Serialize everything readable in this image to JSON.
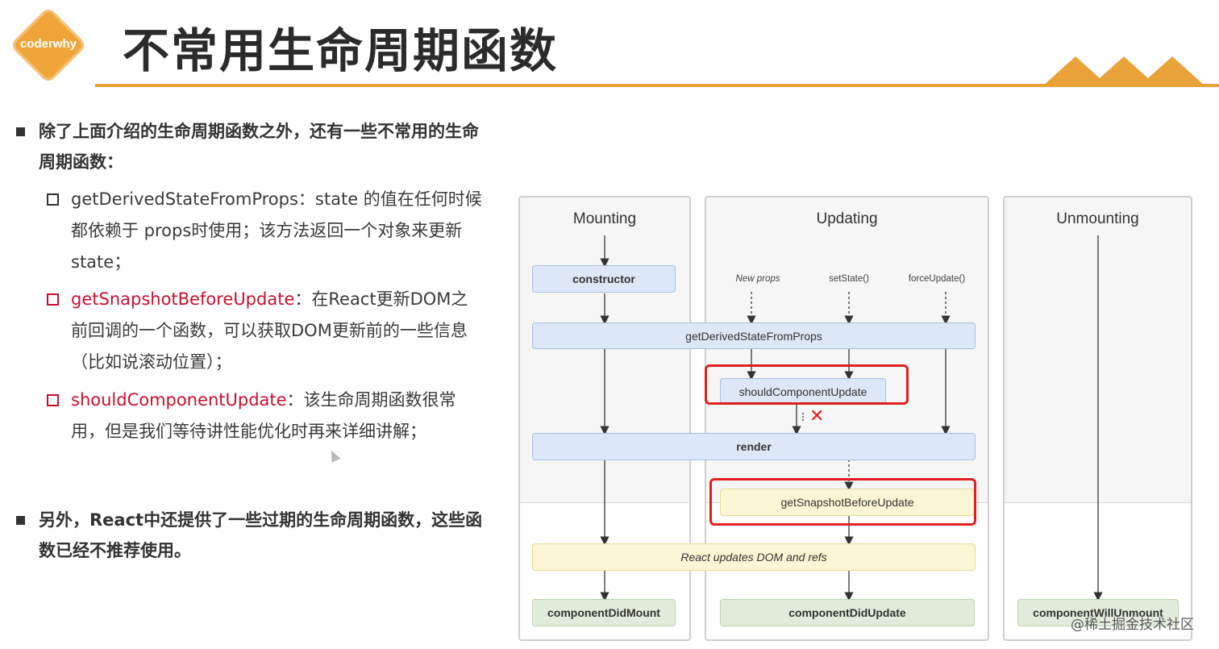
{
  "header": {
    "logo_text": "coderwhy",
    "title": "不常用生命周期函数"
  },
  "content": {
    "bullet1": "除了上面介绍的生命周期函数之外，还有一些不常用的生命周期函数：",
    "items": [
      {
        "name": "getDerivedStateFromProps",
        "desc": "：state 的值在任何时候都依赖于 props时使用；该方法返回一个对象来更新state；",
        "highlight": false
      },
      {
        "name": "getSnapshotBeforeUpdate",
        "desc": "：在React更新DOM之前回调的一个函数，可以获取DOM更新前的一些信息（比如说滚动位置）；",
        "highlight": true
      },
      {
        "name": "shouldComponentUpdate",
        "desc": "：该生命周期函数很常用，但是我们等待讲性能优化时再来详细讲解；",
        "highlight": true
      }
    ],
    "bullet2": "另外，React中还提供了一些过期的生命周期函数，这些函数已经不推荐使用。"
  },
  "diagram": {
    "phases": [
      "Mounting",
      "Updating",
      "Unmounting"
    ],
    "triggers": [
      "New props",
      "setState()",
      "forceUpdate()"
    ],
    "nodes": {
      "constructor": "constructor",
      "gdsfp": "getDerivedStateFromProps",
      "scu": "shouldComponentUpdate",
      "render": "render",
      "gsbu": "getSnapshotBeforeUpdate",
      "react_updates": "React updates DOM and refs",
      "cdm": "componentDidMount",
      "cdu": "componentDidUpdate",
      "cwu": "componentWillUnmount"
    },
    "cross_mark": "✕"
  },
  "watermark": "@稀土掘金技术社区",
  "colors": {
    "accent": "#e9a136",
    "red": "#c8102e",
    "highlight_box": "#e02020"
  }
}
